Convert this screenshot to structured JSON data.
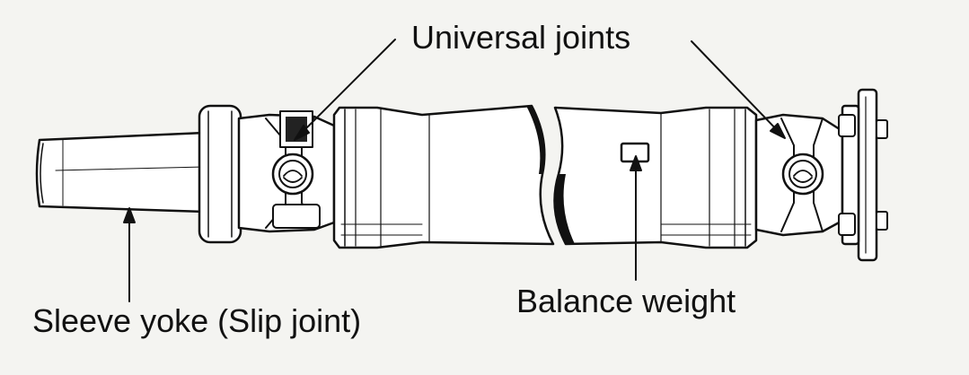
{
  "labels": {
    "universal_joints": "Universal joints",
    "sleeve_yoke": "Sleeve yoke (Slip joint)",
    "balance_weight": "Balance weight"
  },
  "colors": {
    "ink": "#111111",
    "paper": "#f4f4f1",
    "shaft_fill": "#ffffff"
  }
}
